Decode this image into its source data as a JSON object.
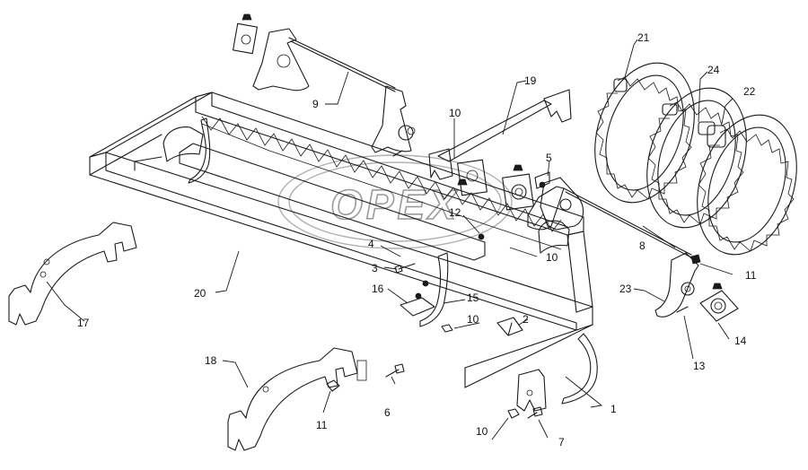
{
  "watermark": {
    "text": "OPEX",
    "logo": "opex-watermark-logo",
    "color": "#9a9a9a"
  },
  "callouts": {
    "c1": "1",
    "c2": "2",
    "c3": "3",
    "c4": "4",
    "c5": "5",
    "c6": "6",
    "c7": "7",
    "c8": "8",
    "c9": "9",
    "c10a": "10",
    "c10b": "10",
    "c10c": "10",
    "c10d": "10",
    "c11a": "11",
    "c11b": "11",
    "c12": "12",
    "c13": "13",
    "c14": "14",
    "c15": "15",
    "c16": "16",
    "c17": "17",
    "c18": "18",
    "c19": "19",
    "c20": "20",
    "c21": "21",
    "c22": "22",
    "c23": "23",
    "c24": "24"
  },
  "colors": {
    "line": "#1a1a1a",
    "background": "#ffffff"
  }
}
